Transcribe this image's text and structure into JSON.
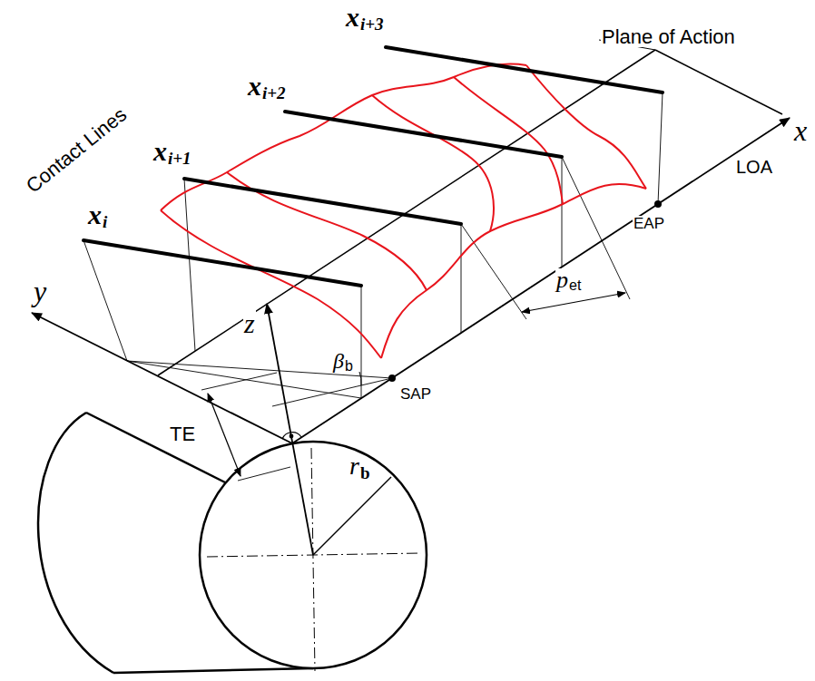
{
  "diagram": {
    "labels": [
      "Plane of Action",
      "x",
      "i+3",
      "x",
      "i+2",
      "x",
      "i+1",
      "Contact Lines",
      "x",
      "i",
      "x",
      "LOA",
      "EAP",
      "p",
      "et",
      "y",
      "z",
      "β",
      "b",
      "SAP",
      "TE",
      "r",
      "b"
    ]
  }
}
